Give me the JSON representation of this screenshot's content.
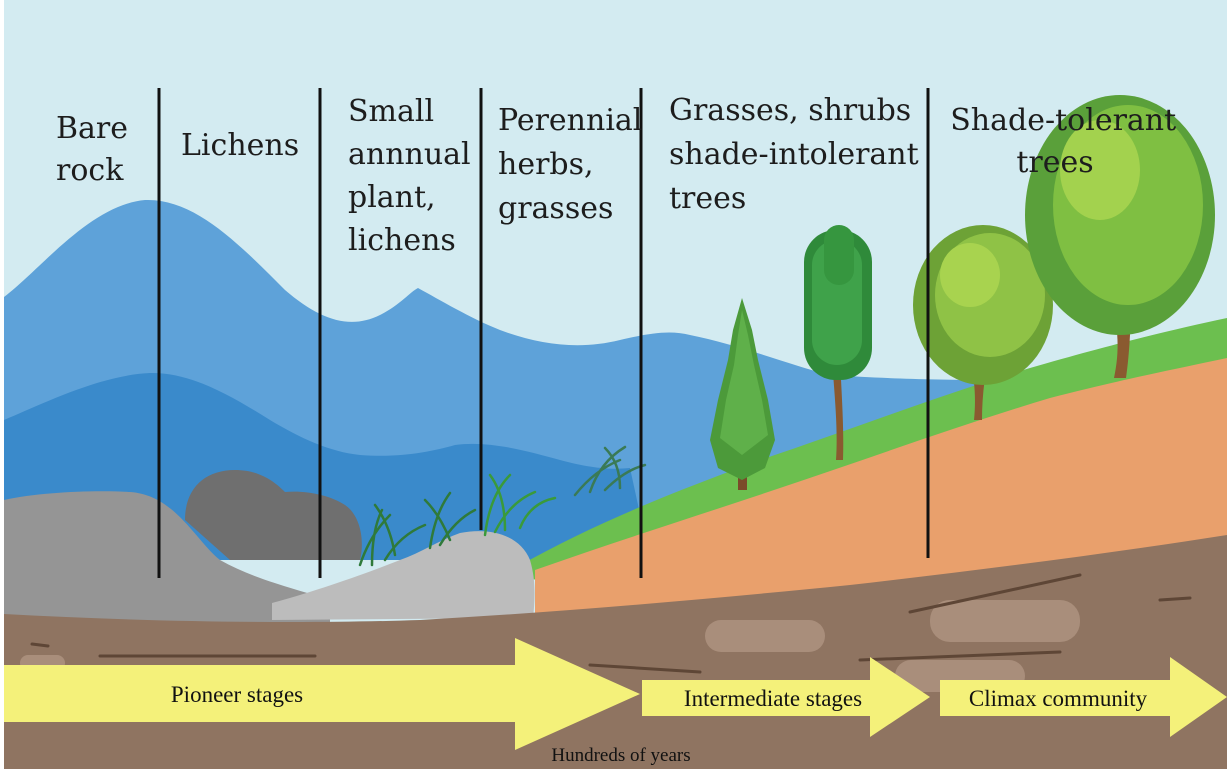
{
  "stages": [
    {
      "lines": [
        "Bare",
        "rock"
      ]
    },
    {
      "lines": [
        "Lichens"
      ]
    },
    {
      "lines": [
        "Small",
        "annnual",
        "plant,",
        "lichens"
      ]
    },
    {
      "lines": [
        "Perennial",
        "herbs,",
        "grasses"
      ]
    },
    {
      "lines": [
        "Grasses, shrubs",
        "shade-intolerant",
        "trees"
      ]
    },
    {
      "lines": [
        "Shade-tolerant",
        "trees"
      ]
    }
  ],
  "arrows": [
    {
      "label": "Pioneer stages"
    },
    {
      "label": "Intermediate stages"
    },
    {
      "label": "Climax community"
    }
  ],
  "footer": "Hundreds of years",
  "colors": {
    "sky": "#d3ebf1",
    "mountain_far": "#5ea2d9",
    "mountain_near": "#3f8dd0",
    "rock_dark": "#7a7a7a",
    "rock_mid": "#959595",
    "rock_light": "#bcbcbc",
    "soil": "#8f7461",
    "subsoil": "#e9a06c",
    "grass": "#6cbf4f",
    "arrow": "#f4f17a",
    "divider": "#111111"
  }
}
